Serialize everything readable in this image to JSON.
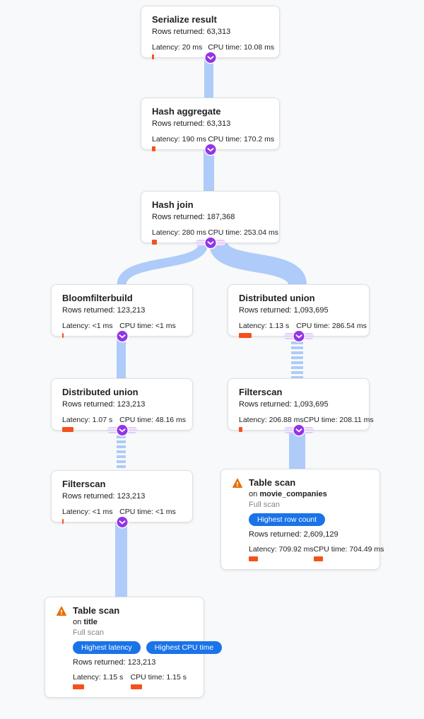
{
  "colors": {
    "background": "#f8f9fa",
    "edge_blue": "#aecbfa",
    "chevron_purple": "#9334e6",
    "metric_bar_orange": "#f4511e",
    "badge_blue": "#1a73e8",
    "warning_orange": "#e8710a"
  },
  "nodes": {
    "serialize": {
      "title": "Serialize result",
      "rows": "Rows returned: 63,313",
      "latency": "Latency: 20 ms",
      "cpu": "CPU time: 10.08 ms",
      "latency_bar": 3,
      "cpu_bar": 3
    },
    "hash_aggregate": {
      "title": "Hash aggregate",
      "rows": "Rows returned: 63,313",
      "latency": "Latency: 190 ms",
      "cpu": "CPU time: 170.2 ms",
      "latency_bar": 5,
      "cpu_bar": 5
    },
    "hash_join": {
      "title": "Hash join",
      "rows": "Rows returned: 187,368",
      "latency": "Latency: 280 ms",
      "cpu": "CPU time: 253.04 ms",
      "latency_bar": 7,
      "cpu_bar": 7
    },
    "bloomfilterbuild": {
      "title": "Bloomfilterbuild",
      "rows": "Rows returned: 123,213",
      "latency": "Latency: <1 ms",
      "cpu": "CPU time: <1 ms",
      "latency_bar": 2,
      "cpu_bar": 2
    },
    "distributed_union_right": {
      "title": "Distributed union",
      "rows": "Rows returned: 1,093,695",
      "latency": "Latency: 1.13 s",
      "cpu": "CPU time: 286.54 ms",
      "latency_bar": 18,
      "cpu_bar": 8
    },
    "distributed_union_left": {
      "title": "Distributed union",
      "rows": "Rows returned: 123,213",
      "latency": "Latency: 1.07 s",
      "cpu": "CPU time: 48.16 ms",
      "latency_bar": 16,
      "cpu_bar": 3
    },
    "filterscan_right": {
      "title": "Filterscan",
      "rows": "Rows returned: 1,093,695",
      "latency": "Latency: 206.88 ms",
      "cpu": "CPU time: 208.11 ms",
      "latency_bar": 5,
      "cpu_bar": 6
    },
    "filterscan_left": {
      "title": "Filterscan",
      "rows": "Rows returned: 123,213",
      "latency": "Latency: <1 ms",
      "cpu": "CPU time: <1 ms",
      "latency_bar": 2,
      "cpu_bar": 2
    },
    "table_scan_right": {
      "title": "Table scan",
      "on_prefix": "on",
      "table": "movie_companies",
      "scan_type": "Full scan",
      "badges": [
        "Highest row count"
      ],
      "rows": "Rows returned: 2,609,129",
      "latency": "Latency: 709.92 ms",
      "cpu": "CPU time: 704.49 ms",
      "latency_bar": 13,
      "cpu_bar": 13
    },
    "table_scan_left": {
      "title": "Table scan",
      "on_prefix": "on",
      "table": "title",
      "scan_type": "Full scan",
      "badges": [
        "Highest latency",
        "Highest CPU time"
      ],
      "rows": "Rows returned: 123,213",
      "latency": "Latency: 1.15 s",
      "cpu": "CPU time: 1.15 s",
      "latency_bar": 16,
      "cpu_bar": 16
    }
  }
}
